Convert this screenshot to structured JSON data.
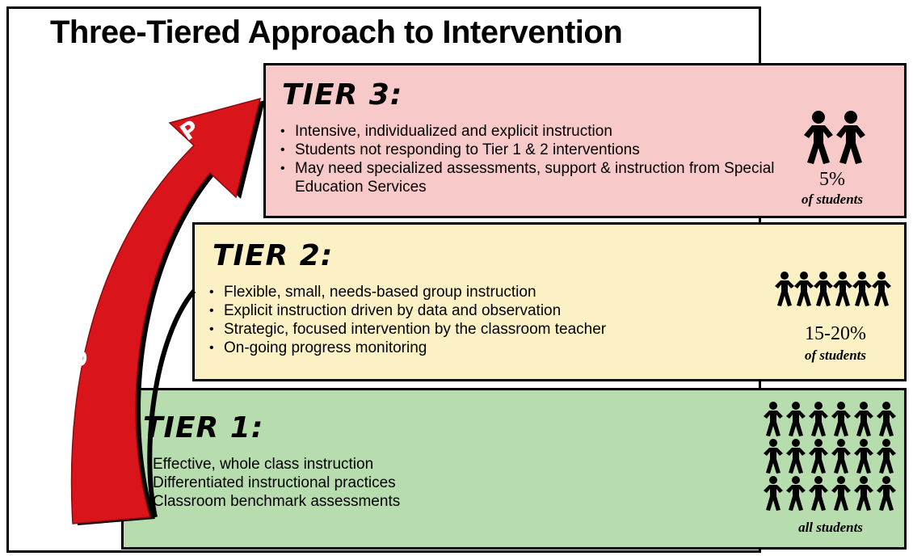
{
  "title": "Three-Tiered Approach to Intervention",
  "arrow": {
    "label": "CLOSING THE GAP",
    "color": "#d9141b"
  },
  "tiers": [
    {
      "heading": "TIER 3:",
      "bullets": [
        "Intensive, individualized and explicit instruction",
        "Students not responding to Tier 1 & 2 interventions",
        "May need specialized assessments, support & instruction from Special Education Services"
      ],
      "percent": "5%",
      "caption": "of students",
      "color": "#f8c9c9",
      "people_icon": "two-people-chain-icon"
    },
    {
      "heading": "TIER 2:",
      "bullets": [
        "Flexible, small, needs-based group instruction",
        "Explicit instruction driven by data and observation",
        "Strategic, focused intervention by the classroom teacher",
        "On-going progress monitoring"
      ],
      "percent": "15-20%",
      "caption": "of students",
      "color": "#fbf1c4",
      "people_icon": "six-people-chain-icon"
    },
    {
      "heading": "TIER 1:",
      "bullets": [
        "Effective, whole class instruction",
        "Differentiated instructional practices",
        "Classroom benchmark assessments"
      ],
      "caption": "all students",
      "color": "#b7dcae",
      "people_icon": "crowd-people-chain-icon"
    }
  ]
}
